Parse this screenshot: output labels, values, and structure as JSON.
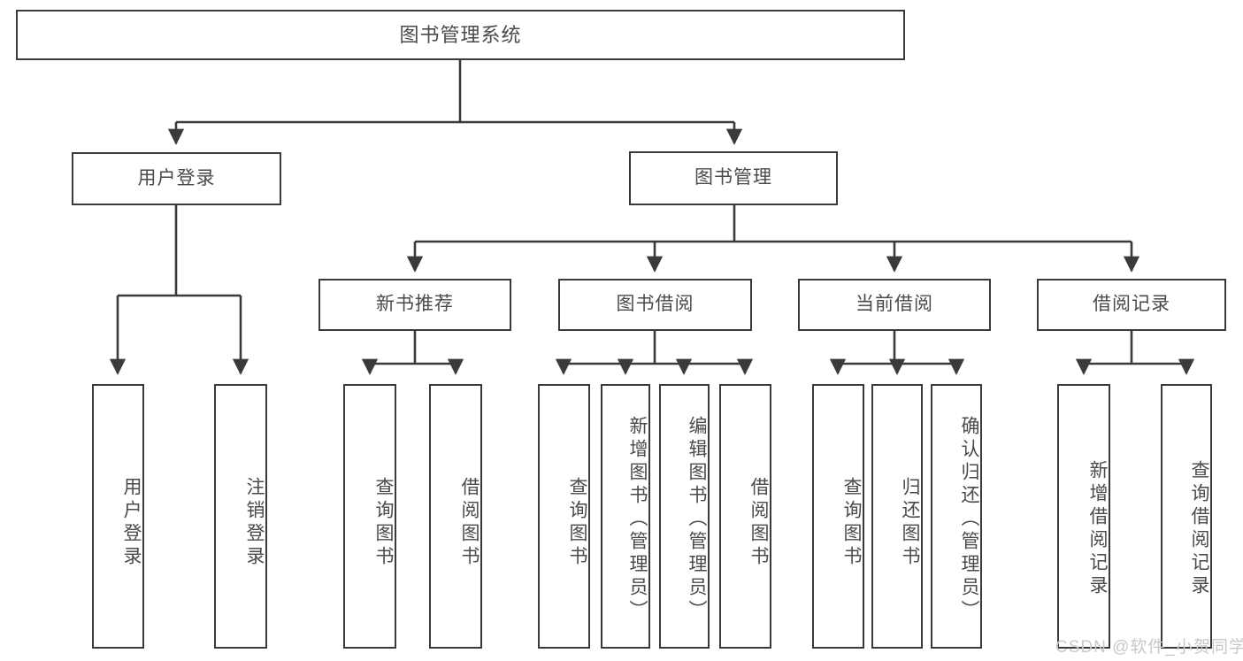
{
  "diagram": {
    "title": "图书管理系统",
    "type": "tree-hierarchy",
    "root": {
      "label": "图书管理系统"
    },
    "level2": [
      {
        "label": "用户登录"
      },
      {
        "label": "图书管理"
      }
    ],
    "level3": [
      {
        "label": "新书推荐"
      },
      {
        "label": "图书借阅"
      },
      {
        "label": "当前借阅"
      },
      {
        "label": "借阅记录"
      }
    ],
    "leaves": {
      "user_login": [
        {
          "label": "用户登录"
        },
        {
          "label": "注销登录"
        }
      ],
      "new_book_recommend": [
        {
          "label": "查询图书"
        },
        {
          "label": "借阅图书"
        }
      ],
      "book_borrow": [
        {
          "label": "查询图书"
        },
        {
          "label": "新增图书（管理员）"
        },
        {
          "label": "编辑图书（管理员）"
        },
        {
          "label": "借阅图书"
        }
      ],
      "current_borrow": [
        {
          "label": "查询图书"
        },
        {
          "label": "归还图书"
        },
        {
          "label": "确认归还（管理员）"
        }
      ],
      "borrow_record": [
        {
          "label": "新增借阅记录"
        },
        {
          "label": "查询借阅记录"
        }
      ]
    }
  },
  "watermark": {
    "text": "CSDN @软件_小贺同学"
  },
  "colors": {
    "stroke": "#3a3a3a",
    "text": "#4a4a4a",
    "background": "#ffffff",
    "watermark": "#c9c9c9"
  }
}
